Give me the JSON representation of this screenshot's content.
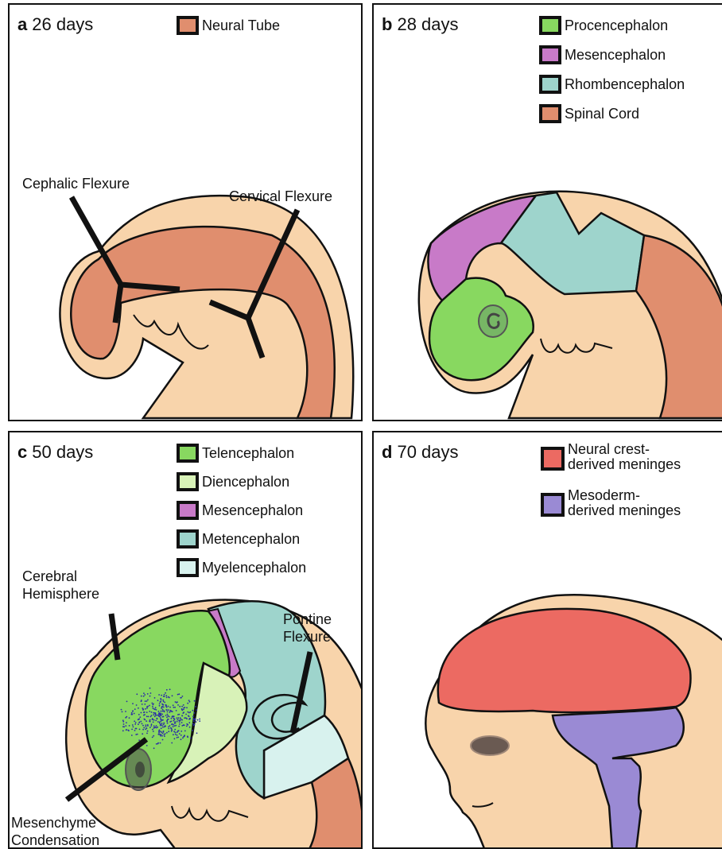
{
  "panels": {
    "a": {
      "letter": "a",
      "title": "26 days",
      "legend": [
        {
          "label": "Neural Tube",
          "color": "#e08e6e"
        }
      ],
      "annotations": {
        "cephalic": "Cephalic Flexure",
        "cervical": "Cervical Flexure"
      }
    },
    "b": {
      "letter": "b",
      "title": "28 days",
      "legend": [
        {
          "label": "Procencephalon",
          "color": "#88d860"
        },
        {
          "label": "Mesencephalon",
          "color": "#c87ac8"
        },
        {
          "label": "Rhombencephalon",
          "color": "#9ed4cc"
        },
        {
          "label": "Spinal Cord",
          "color": "#e08e6e"
        }
      ]
    },
    "c": {
      "letter": "c",
      "title": "50 days",
      "legend": [
        {
          "label": "Telencephalon",
          "color": "#88d860"
        },
        {
          "label": "Diencephalon",
          "color": "#d8f2b8"
        },
        {
          "label": "Mesencephalon",
          "color": "#c87ac8"
        },
        {
          "label": "Metencephalon",
          "color": "#9ed4cc"
        },
        {
          "label": "Myelencephalon",
          "color": "#d8f2ee"
        }
      ],
      "annotations": {
        "cerebral": "Cerebral\nHemisphere",
        "pontine": "Pontine\nFlexure",
        "mesenchyme": "Mesenchyme\nCondensation"
      }
    },
    "d": {
      "letter": "d",
      "title": "70 days",
      "legend": [
        {
          "label": "Neural crest-\nderived meninges",
          "color": "#ec6a62"
        },
        {
          "label": "Mesoderm-\nderived meninges",
          "color": "#9a8ad4"
        }
      ]
    }
  },
  "colors": {
    "skin": "#f8d4ab",
    "outline": "#111111",
    "neural_tube": "#e08e6e",
    "green": "#88d860",
    "light_green": "#d8f2b8",
    "purple": "#c87ac8",
    "teal": "#9ed4cc",
    "light_teal": "#d8f2ee",
    "red": "#ec6a62",
    "lavender": "#9a8ad4",
    "dots": "#2a2aa8"
  }
}
